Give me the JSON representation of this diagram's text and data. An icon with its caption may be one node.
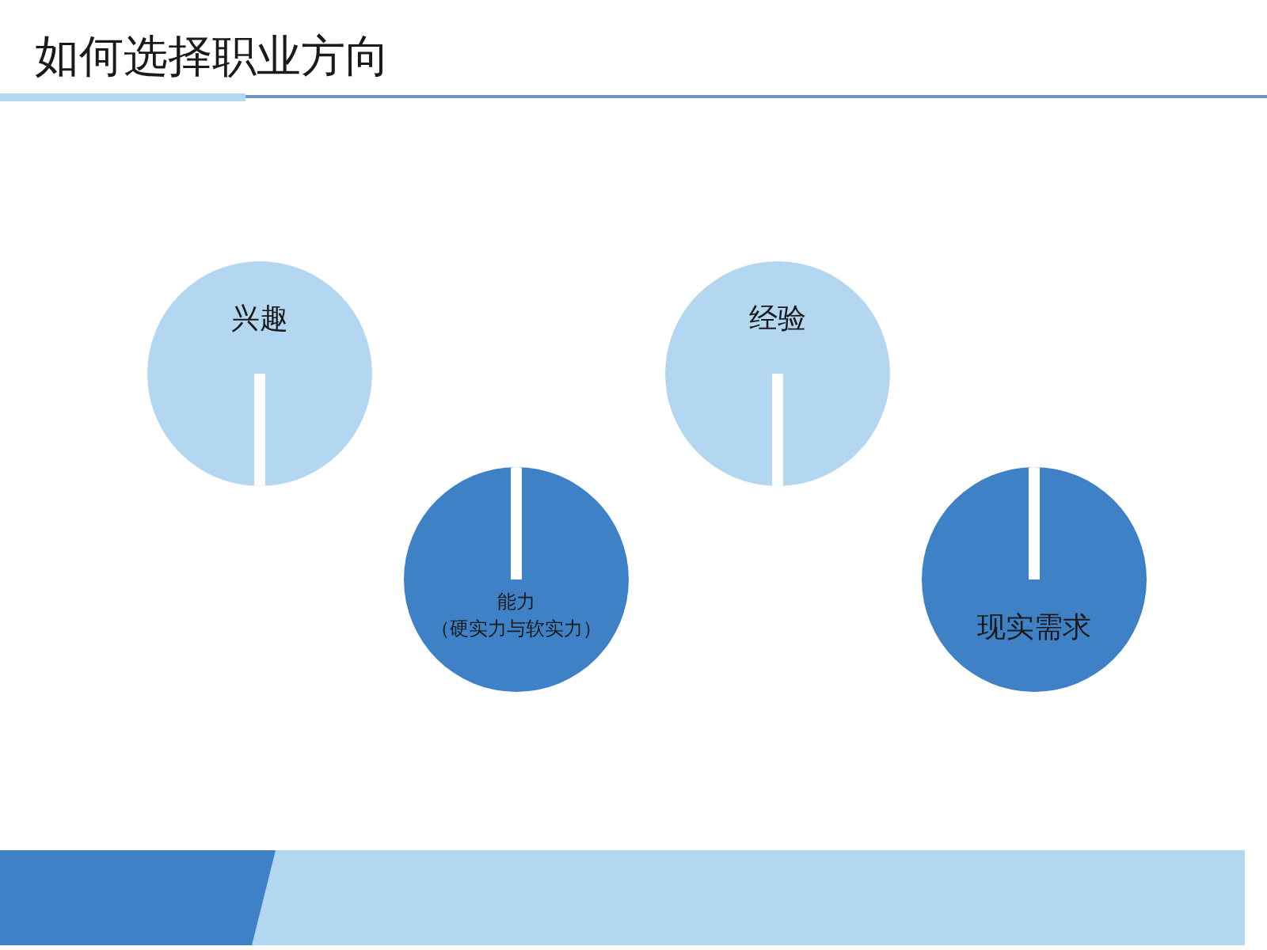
{
  "diagram": {
    "title": "如何选择职业方向",
    "nodes": [
      {
        "text": [
          "兴趣"
        ]
      },
      {
        "text": [
          "经验"
        ]
      },
      {
        "text": [
          "能力",
          "（硬实力与软实力）"
        ]
      },
      {
        "text": [
          "现实需求"
        ]
      }
    ]
  }
}
